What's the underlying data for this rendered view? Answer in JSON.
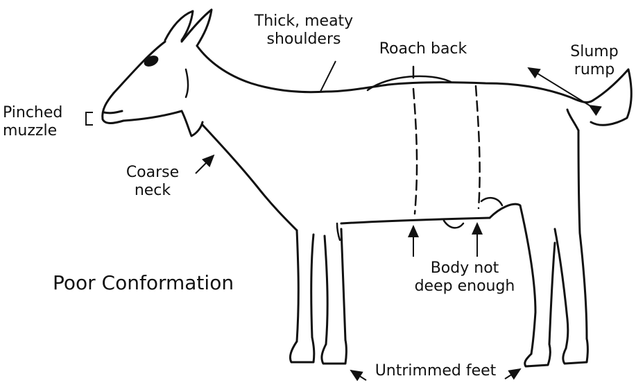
{
  "title": "Poor Conformation",
  "labels": {
    "shoulders": [
      "Thick, meaty",
      "shoulders"
    ],
    "roach_back": "Roach back",
    "slump_rump": [
      "Slump",
      "rump"
    ],
    "pinched_muzzle": [
      "Pinched",
      "muzzle"
    ],
    "coarse_neck": [
      "Coarse",
      "neck"
    ],
    "body_depth": [
      "Body not",
      "deep enough"
    ],
    "untrimmed_feet": "Untrimmed feet"
  }
}
